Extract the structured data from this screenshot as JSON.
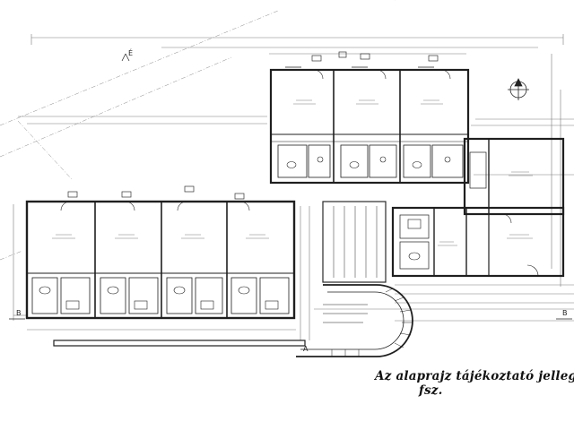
{
  "caption": {
    "line1": "Az alaprajz tájékoztató jellegű",
    "line2": "fsz."
  },
  "section_marks": {
    "left": "B",
    "right": "B",
    "arrow": "A"
  },
  "north_label": "É",
  "colors": {
    "paper": "#ffffff",
    "ink": "#222222",
    "light_ink": "#9a9a9a"
  }
}
